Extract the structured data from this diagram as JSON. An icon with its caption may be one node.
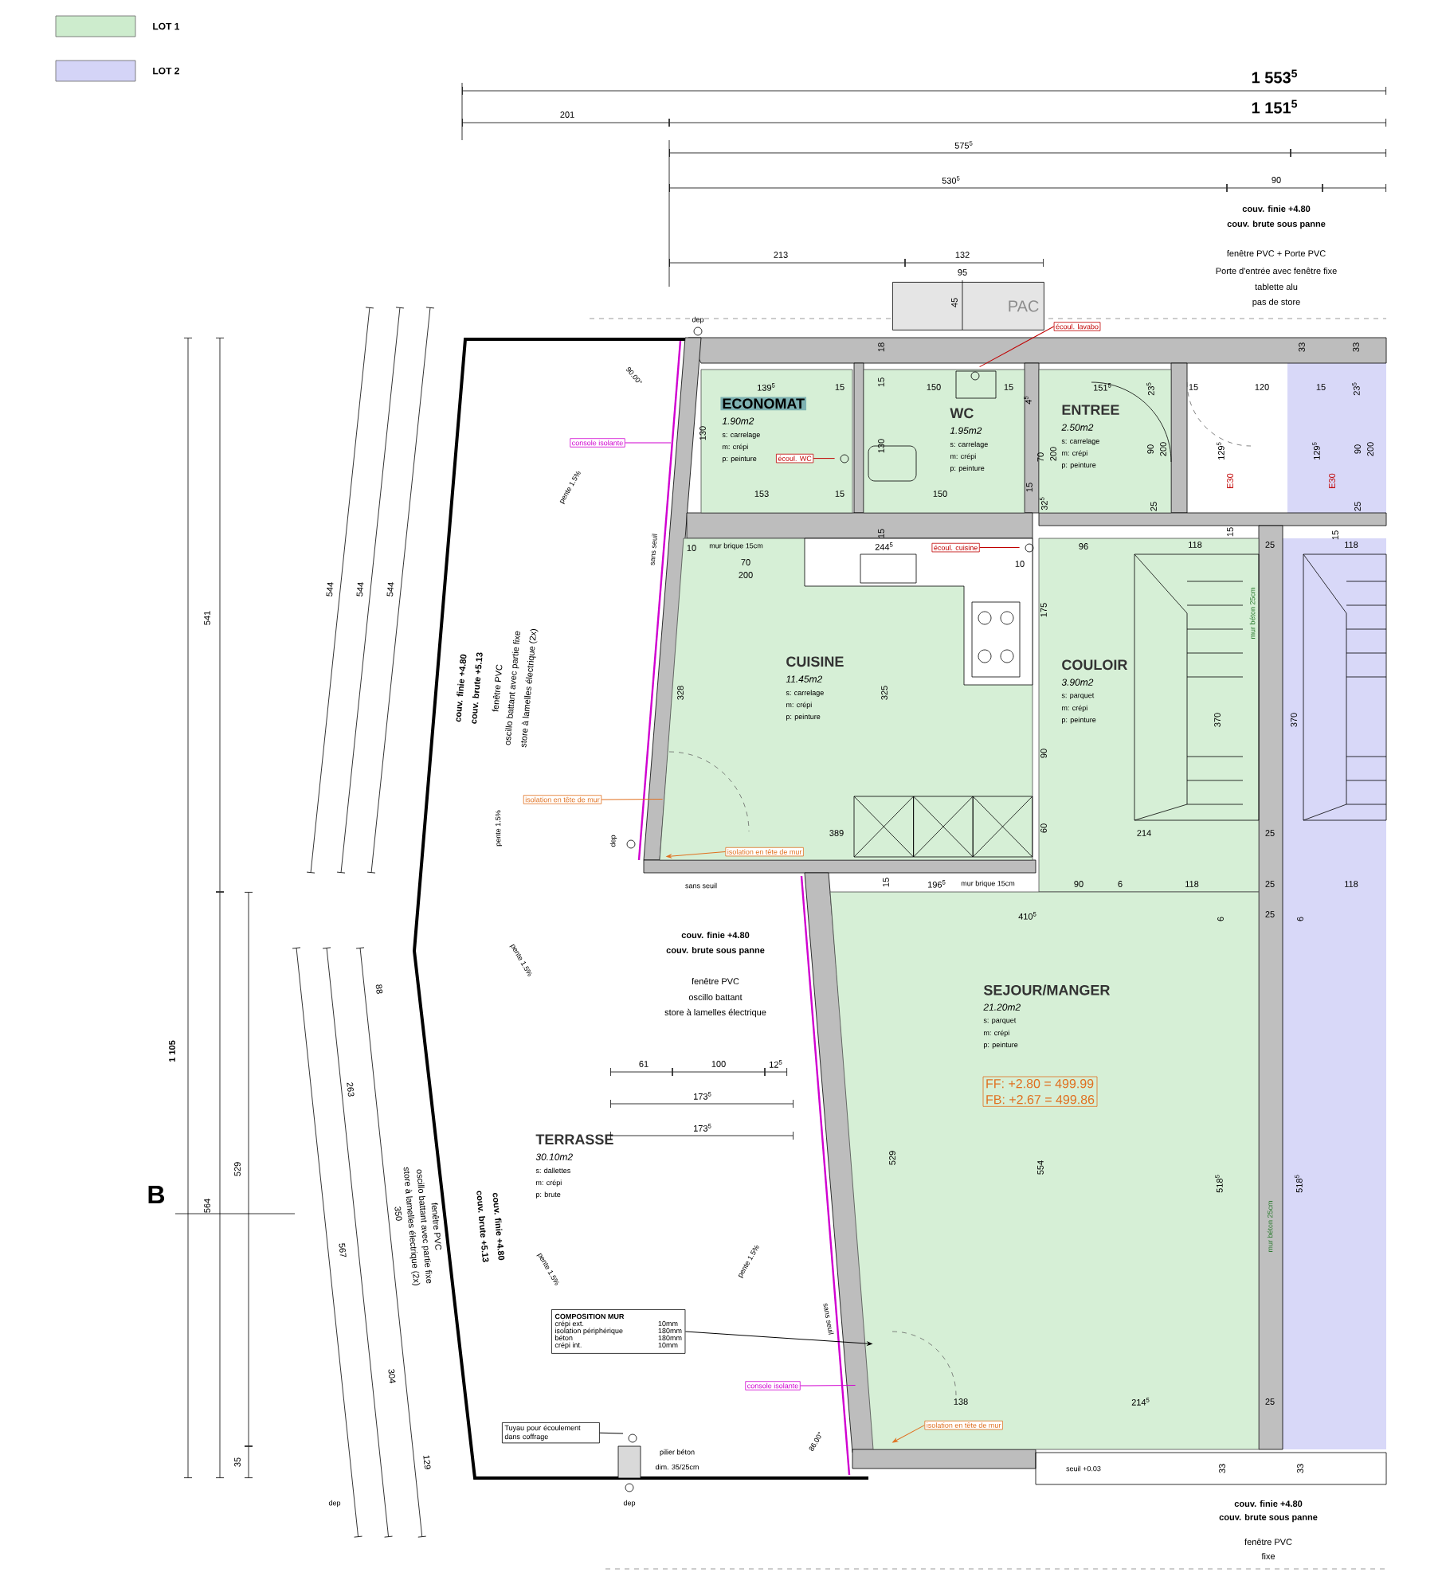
{
  "diagram": {
    "nodes": [
      {
        "text": [
          "ECONOMAT",
          "1.90m2",
          "s: carrelage",
          "m: crépi",
          "p: peinture"
        ]
      },
      {
        "text": [
          "WC",
          "1.95m2",
          "s: carrelage",
          "m: crépi",
          "p: peinture"
        ]
      },
      {
        "text": [
          "ENTREE",
          "2.50m2",
          "s: carrelage",
          "m: crépi",
          "p: peinture"
        ]
      },
      {
        "text": [
          "CUISINE",
          "11.45m2",
          "s: carrelage",
          "m: crépi",
          "p: peinture"
        ]
      },
      {
        "text": [
          "COULOIR",
          "3.90m2",
          "s: parquet",
          "m: crépi",
          "p: peinture"
        ]
      },
      {
        "text": [
          "SEJOUR/MANGER",
          "21.20m2",
          "s: parquet",
          "m: crépi",
          "p: peinture"
        ]
      },
      {
        "text": [
          "TERRASSE",
          "30.10m2",
          "s: dallettes",
          "m: crépi",
          "p: brute"
        ]
      },
      {
        "text": [
          "FF: +2.80 = 499.99",
          "FB: +2.67 = 499.86"
        ],
        "in": 5
      },
      {
        "text": [
          "PAC"
        ]
      },
      {
        "text": [
          "écoul. lavabo"
        ]
      },
      {
        "text": [
          "écoul. WC"
        ],
        "in": 0
      },
      {
        "text": [
          "écoul. cuisine"
        ],
        "in": 3
      },
      {
        "text": [
          "console isolante"
        ]
      },
      {
        "text": [
          "isolation en tête de mur"
        ]
      },
      {
        "text": [
          "isolation en tête de mur"
        ],
        "in": 3
      },
      {
        "text": [
          "COMPOSITION MUR",
          "crépi ext.",
          "10mm",
          "isolation périphérique",
          "180mm",
          "béton",
          "180mm",
          "crépi int.",
          "10mm"
        ]
      },
      {
        "text": [
          "console isolante"
        ]
      },
      {
        "text": [
          "isolation en tête de mur"
        ],
        "in": 5
      },
      {
        "text": [
          "Tuyau pour écoulement dans coffrage"
        ]
      }
    ],
    "edges": [
      {
        "from": 9,
        "to": 1,
        "arrow": "none",
        "color": "#c00000"
      },
      {
        "from": 10,
        "to": 0,
        "arrow": "none",
        "color": "#c00000"
      },
      {
        "from": 11,
        "to": 3,
        "arrow": "none",
        "color": "#c00000"
      },
      {
        "from": 12,
        "to": null,
        "arrow": "none",
        "color": "#d000d0"
      },
      {
        "from": 13,
        "to": 3,
        "arrow": "none",
        "color": "#e07020"
      },
      {
        "from": 14,
        "to": 3,
        "arrow": "to",
        "color": "#e07020"
      },
      {
        "from": 15,
        "to": 5,
        "arrow": "to",
        "color": "#000000"
      },
      {
        "from": 16,
        "to": 5,
        "arrow": "none",
        "color": "#d000d0"
      },
      {
        "from": 17,
        "to": 5,
        "arrow": "to",
        "color": "#e07020"
      },
      {
        "from": 18,
        "to": null,
        "arrow": "none",
        "color": "#000000"
      }
    ],
    "labels": [
      "1 553$^{5}$",
      "1 151$^{5}$",
      "201",
      "575$^{5}$",
      "530$^{5}$",
      "90",
      "couv. finie +4.80",
      "couv. brute sous panne",
      "fenêtre PVC + Porte PVC",
      "Porte d'entrée avec fenêtre fixe",
      "tablette alu",
      "pas de store",
      "213",
      "132",
      "95",
      "45",
      "dep",
      "90.00°",
      "18",
      "139$^{5}$",
      "15",
      "15",
      "150",
      "15",
      "4$^{5}$",
      "151$^{5}$",
      "23$^{5}$",
      "15",
      "120",
      "15",
      "23$^{5}$",
      "33",
      "33",
      "130",
      "130",
      "70",
      "200",
      "90",
      "200",
      "129$^{5}$",
      "129$^{5}$",
      "90",
      "200",
      "E30",
      "E30",
      "153",
      "15",
      "150",
      "15",
      "32$^{5}$",
      "25",
      "25",
      "mur brique 15cm",
      "15",
      "244$^{5}$",
      "10",
      "96",
      "118",
      "15",
      "25",
      "15",
      "118",
      "10",
      "70",
      "200",
      "175",
      "328",
      "325",
      "90",
      "370",
      "370",
      "mur béton 25cm",
      "389",
      "60",
      "214",
      "25",
      "sans seuil",
      "15",
      "196$^{5}$",
      "mur brique 15cm",
      "90",
      "6",
      "118",
      "25",
      "118",
      "410$^{5}$",
      "6",
      "25",
      "6",
      "529",
      "554",
      "518$^{5}$",
      "518$^{5}$",
      "mur béton 25cm",
      "138",
      "214$^{5}$",
      "25",
      "seuil +0.03",
      "33",
      "33",
      "couv. finie +4.80",
      "couv. brute sous panne",
      "fenêtre PVC",
      "fixe",
      "couv. finie +4.80",
      "couv. brute sous panne",
      "fenêtre PVC",
      "oscillo battant",
      "store à lamelles électrique",
      "61",
      "100",
      "12$^{5}$",
      "173$^{5}$",
      "173$^{5}$",
      "pente 1.5%",
      "pente 1.5%",
      "pente 1.5%",
      "pente 1.5%",
      "pente 1.5%",
      "pilier béton",
      "dim. 35/25cm",
      "dep",
      "dep",
      "dep",
      "86.00°",
      "544",
      "544",
      "544",
      "541",
      "1 105",
      "564",
      "529",
      "35",
      "B",
      "88",
      "263",
      "350",
      "567",
      "304",
      "129",
      "couv. finie +4.80",
      "couv. brute +5.13",
      "fenêtre PVC",
      "oscillo battant avec partie fixe",
      "store à lamelles électrique (2x)",
      "store à lamelles électrique (2x)",
      "oscillo battant avec partie fixe",
      "fenêtre PVC",
      "couv. brute +5.13",
      "couv. finie +4.80",
      "sans seuil",
      "sans seuil"
    ],
    "legend": [
      {
        "text": "LOT 1",
        "color": "#cdeccd"
      },
      {
        "text": "LOT 2",
        "color": "#d4d4f7"
      }
    ]
  }
}
